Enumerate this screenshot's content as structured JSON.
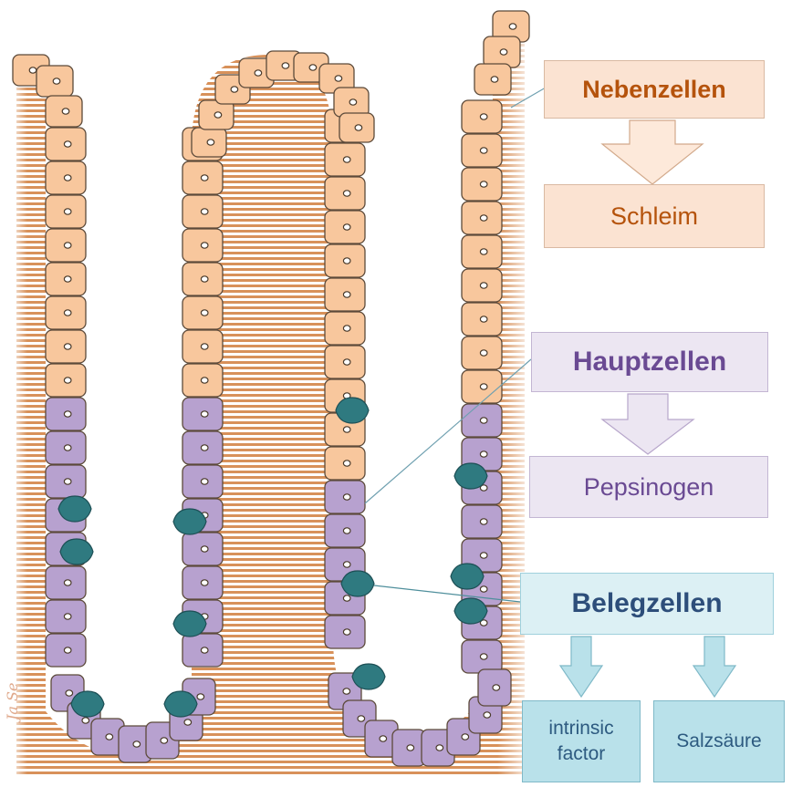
{
  "labels": {
    "nebenzellen": "Nebenzellen",
    "schleim": "Schleim",
    "hauptzellen": "Hauptzellen",
    "pepsinogen": "Pepsinogen",
    "belegzellen": "Belegzellen",
    "intrinsic_line1": "intrinsic",
    "intrinsic_line2": "factor",
    "salzsaeure": "Salzsäure"
  },
  "signature": "Ja Se",
  "colors": {
    "nebenzellen_fill": "#f8c79d",
    "hauptzellen_fill": "#b7a1cf",
    "belegzellen_fill": "#2f7a80",
    "stripes": "#d8915a",
    "neben_text": "#b5530c",
    "haupt_text": "#6a4a93",
    "beleg_text": "#2d4e7a",
    "product_text": "#2d5a80"
  }
}
